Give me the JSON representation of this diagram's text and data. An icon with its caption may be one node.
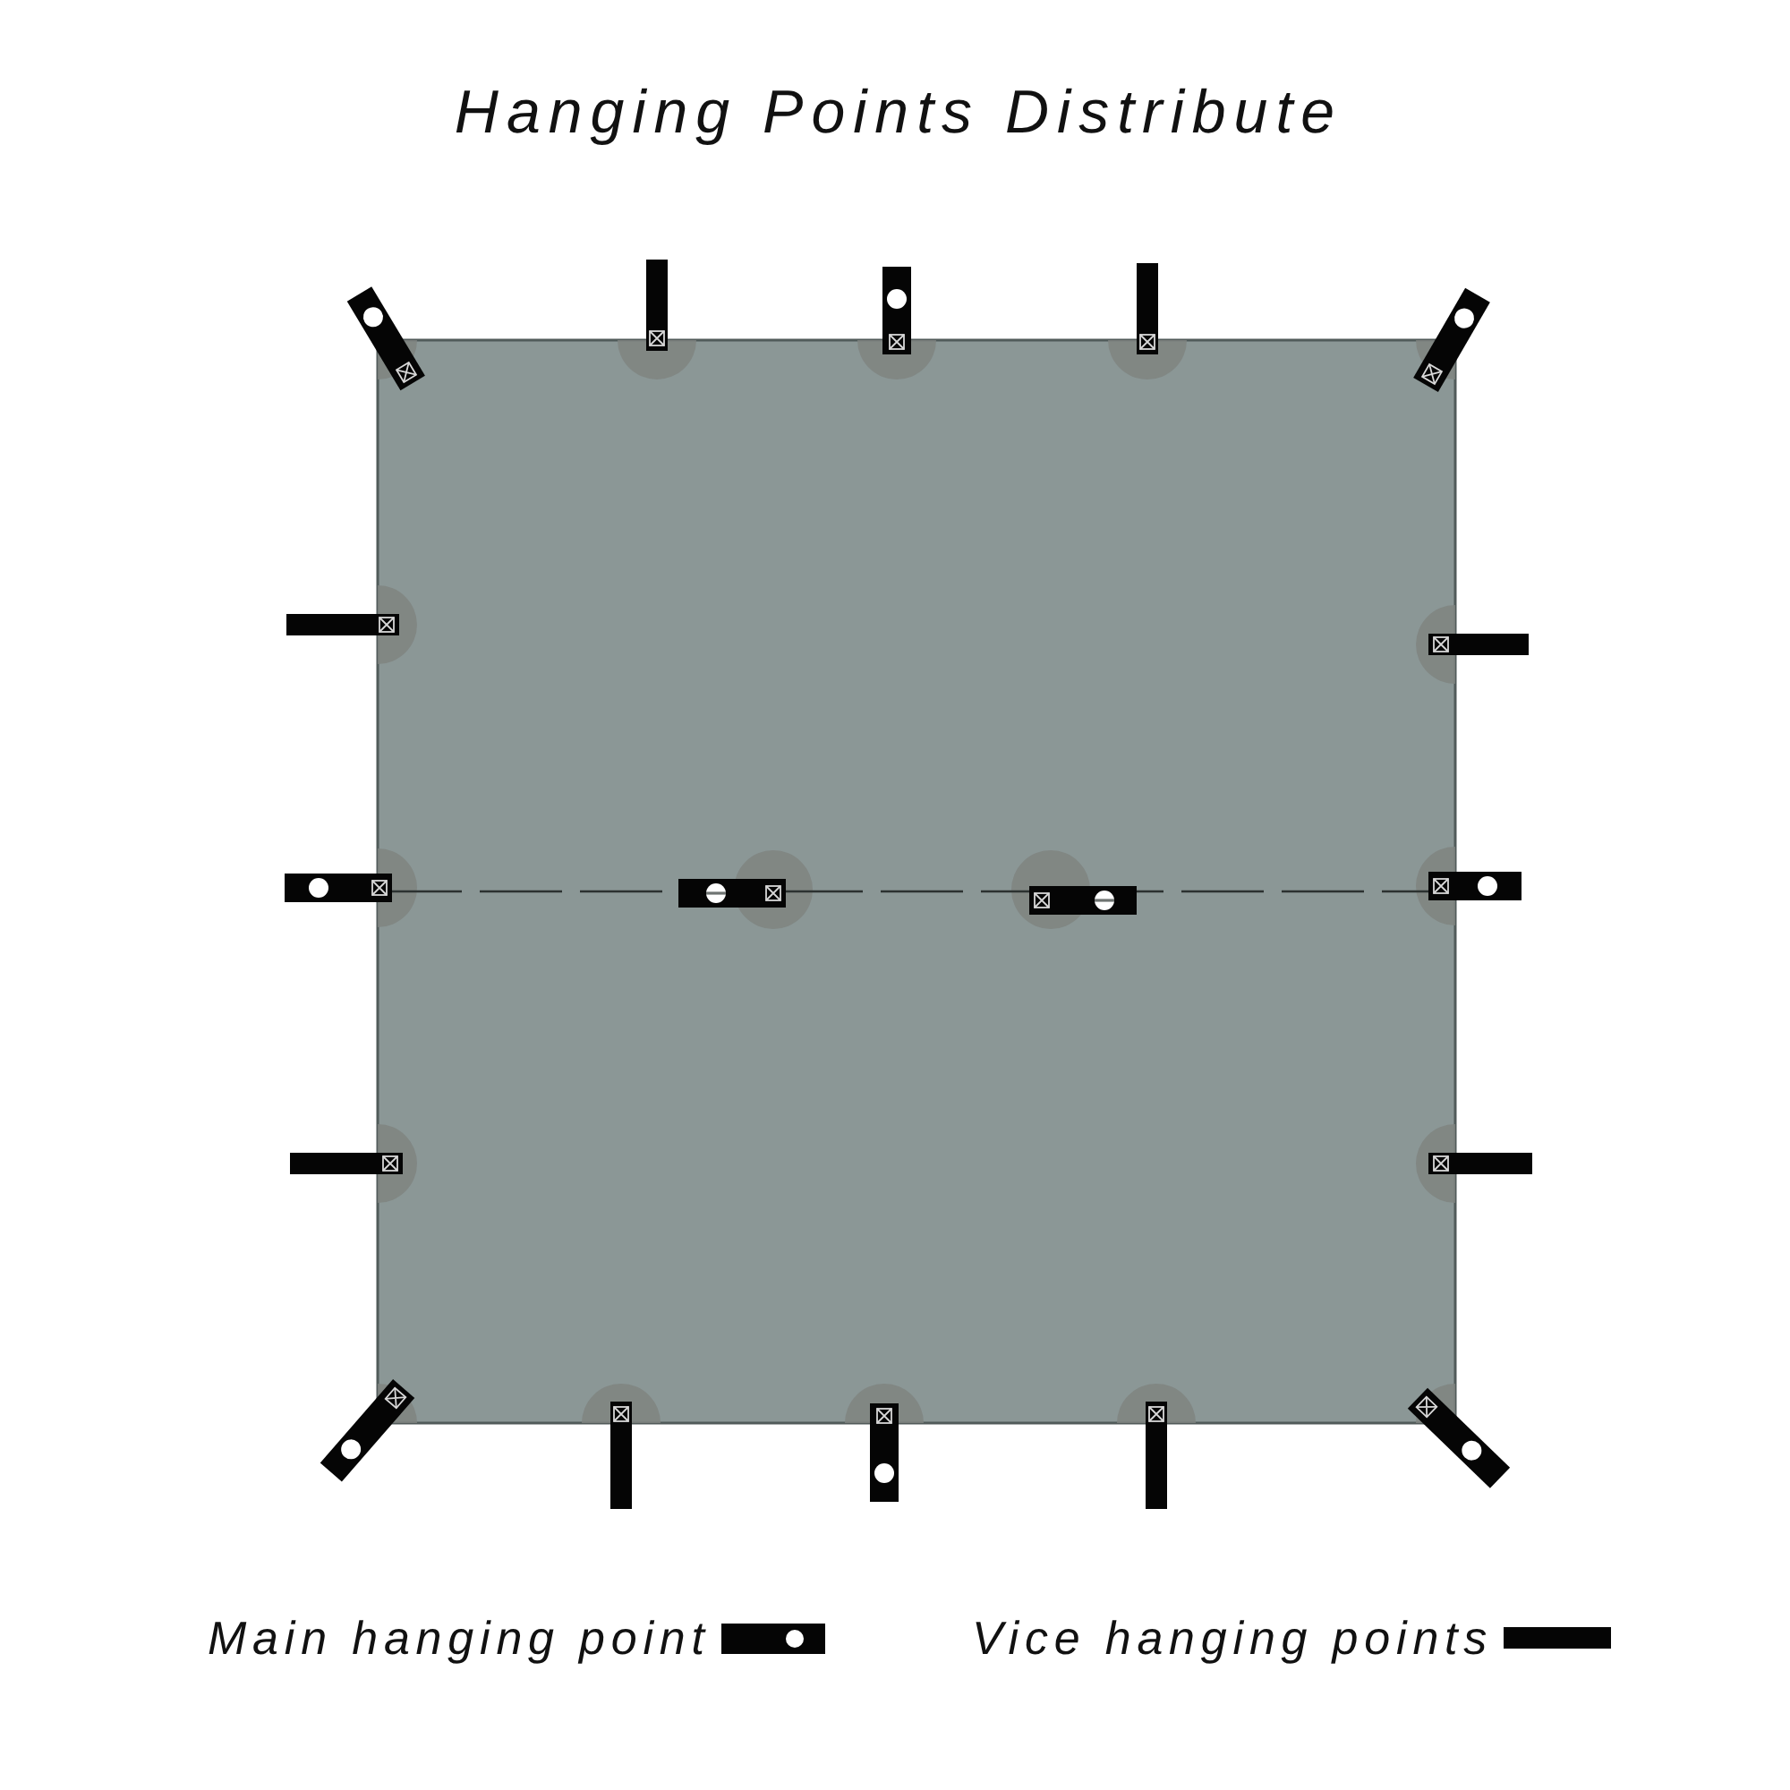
{
  "diagram": {
    "title": "Hanging Points Distribute",
    "legend": [
      {
        "text": "Main hanging point"
      },
      {
        "text": "Vice hanging points"
      }
    ]
  }
}
